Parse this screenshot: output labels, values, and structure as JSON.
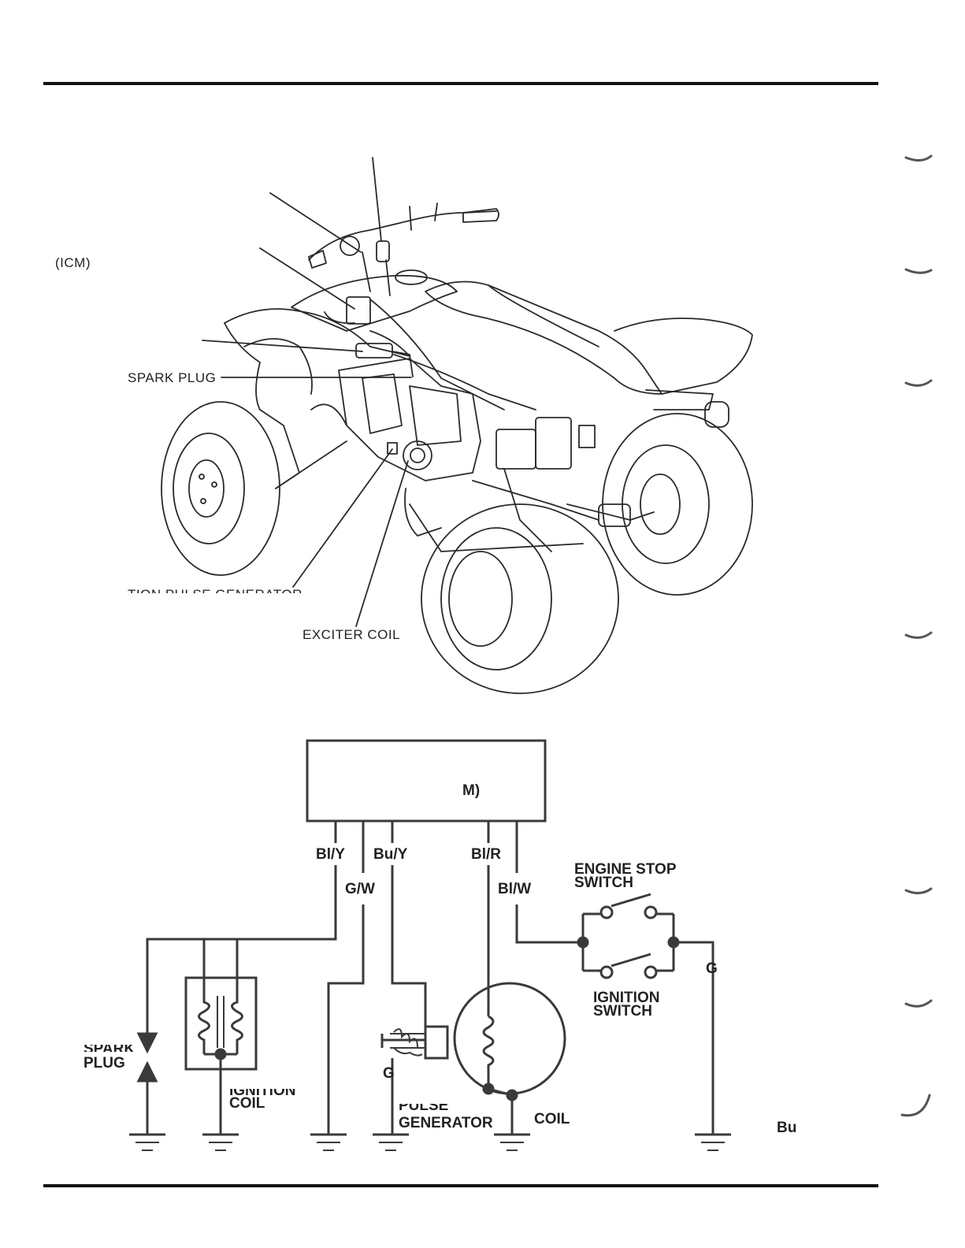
{
  "illustration": {
    "icm_label": "(ICM)",
    "spark_plug": "SPARK PLUG",
    "pulse_generator": "TION PULSE GENERATOR",
    "exciter_coil": "EXCITER COIL"
  },
  "schematic": {
    "module_label": "M)",
    "wires": {
      "bl_y": "Bl/Y",
      "bu_y": "Bu/Y",
      "bl_r": "Bl/R",
      "g_w": "G/W",
      "bl_w": "Bl/W"
    },
    "engine_stop_line1": "ENGINE  STOP",
    "engine_stop_line2": "SWITCH",
    "ignition_switch_line1": "IGNITION",
    "ignition_switch_line2": "SWITCH",
    "ground_g_right": "G",
    "ground_g_pulse": "G",
    "spark_plug_line1": "SPARK",
    "spark_plug_line2": "PLUG",
    "ignition_coil_line1": "IGNITION",
    "ignition_coil_line2": "COIL",
    "pulse_gen_line1": "PULSE",
    "pulse_gen_line2": "GENERATOR",
    "exciter_coil_label": "COIL",
    "legend_bu": "Bu"
  }
}
